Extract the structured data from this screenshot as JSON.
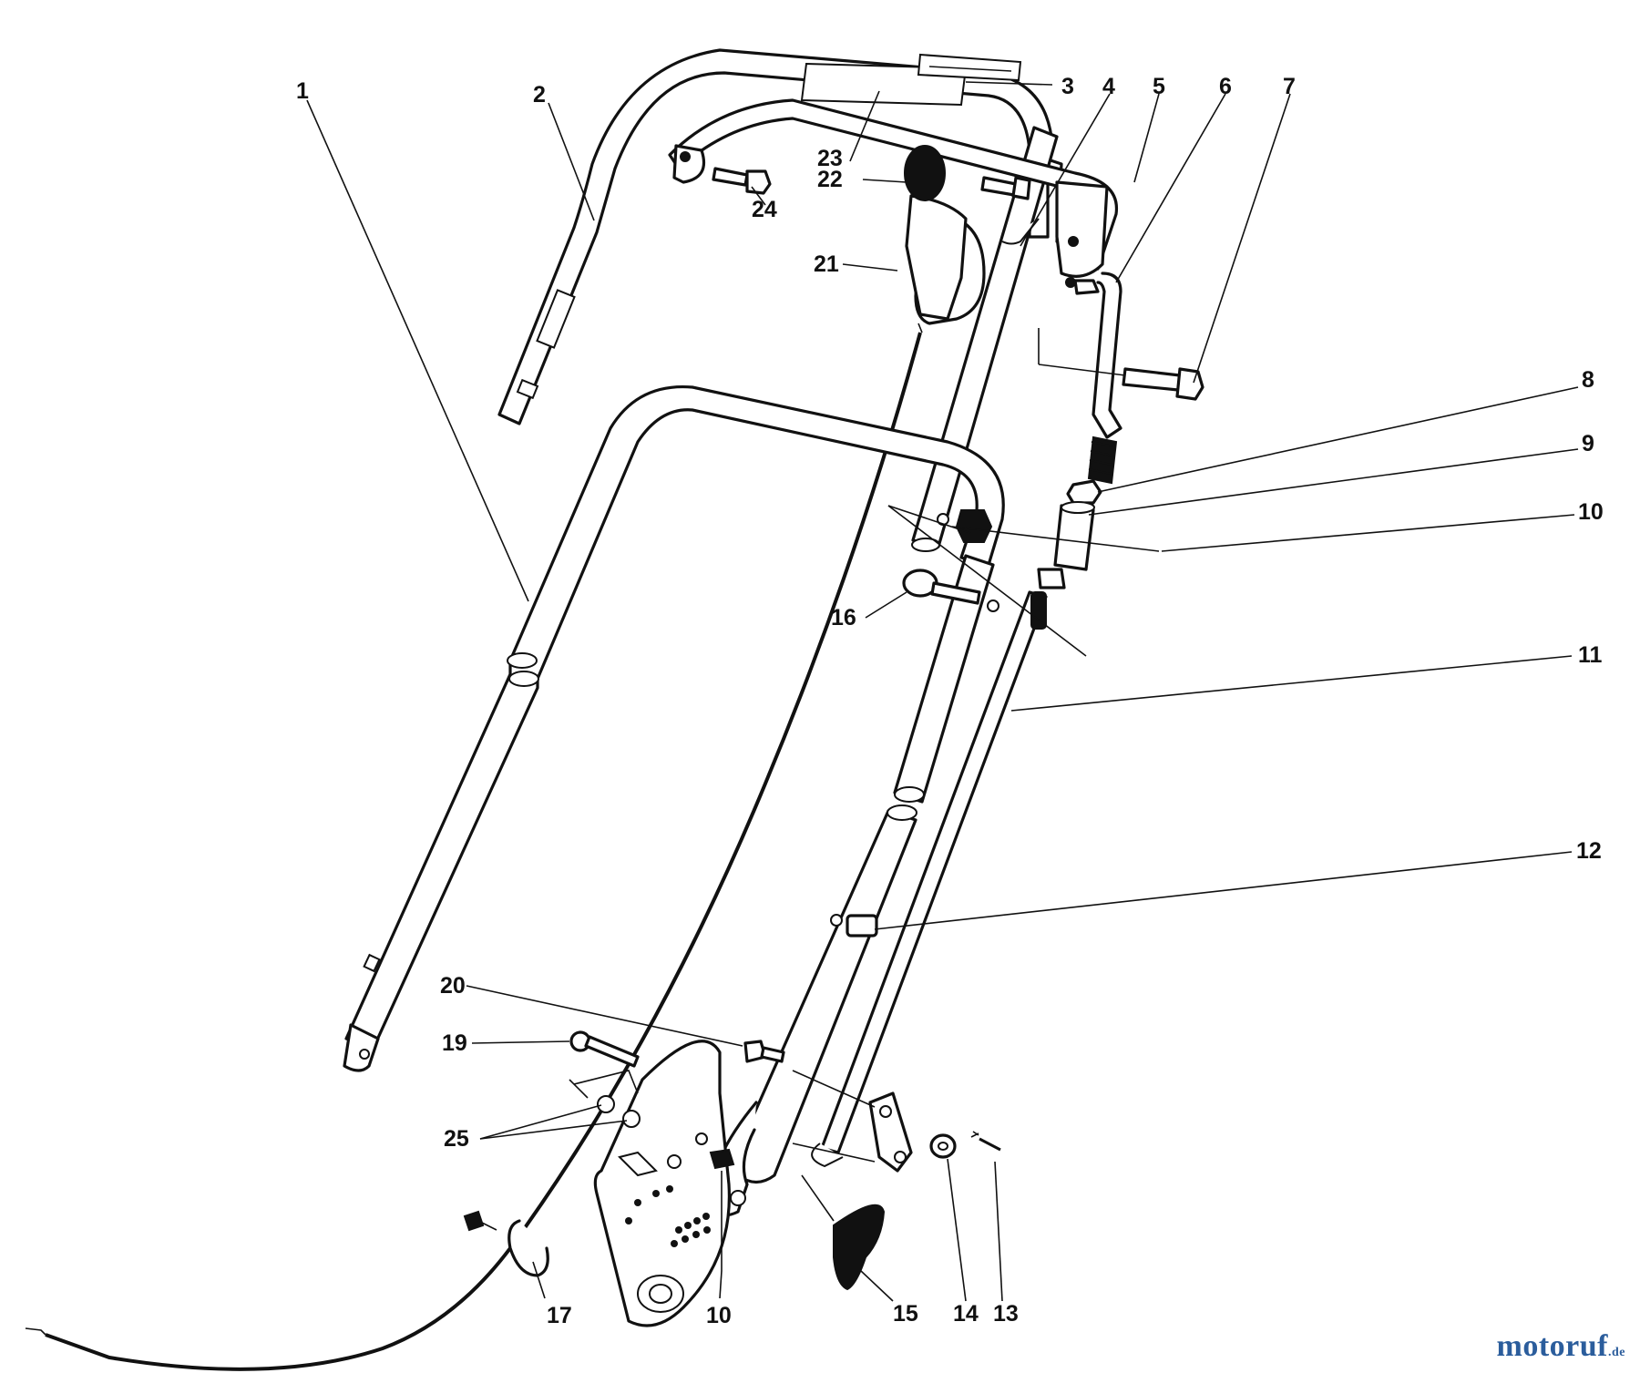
{
  "callouts": [
    {
      "id": "1",
      "label": "1"
    },
    {
      "id": "2",
      "label": "2"
    },
    {
      "id": "3",
      "label": "3"
    },
    {
      "id": "4",
      "label": "4"
    },
    {
      "id": "5",
      "label": "5"
    },
    {
      "id": "6",
      "label": "6"
    },
    {
      "id": "7",
      "label": "7"
    },
    {
      "id": "8",
      "label": "8"
    },
    {
      "id": "9",
      "label": "9"
    },
    {
      "id": "10a",
      "label": "10"
    },
    {
      "id": "11",
      "label": "11"
    },
    {
      "id": "12",
      "label": "12"
    },
    {
      "id": "13",
      "label": "13"
    },
    {
      "id": "14",
      "label": "14"
    },
    {
      "id": "15",
      "label": "15"
    },
    {
      "id": "16",
      "label": "16"
    },
    {
      "id": "17",
      "label": "17"
    },
    {
      "id": "10b",
      "label": "10"
    },
    {
      "id": "19",
      "label": "19"
    },
    {
      "id": "20",
      "label": "20"
    },
    {
      "id": "21",
      "label": "21"
    },
    {
      "id": "22",
      "label": "22"
    },
    {
      "id": "23",
      "label": "23"
    },
    {
      "id": "24",
      "label": "24"
    },
    {
      "id": "25",
      "label": "25"
    }
  ],
  "watermark": {
    "brand": "motoruf",
    "tld": ".de"
  }
}
